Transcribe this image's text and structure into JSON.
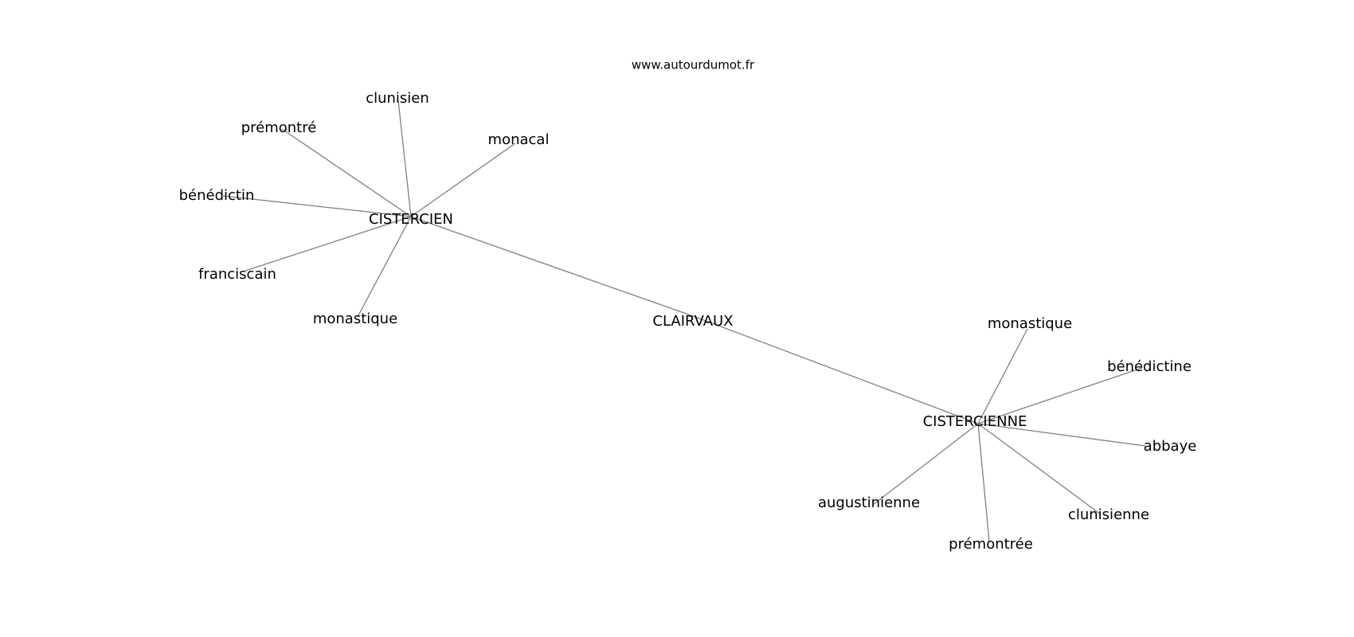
{
  "site": "www.autourdumot.fr",
  "nodes": {
    "clairvaux": "CLAIRVAUX",
    "cistercien": "CISTERCIEN",
    "cistercienne": "CISTERCIENNE",
    "clunisien": "clunisien",
    "premontre": "prémontré",
    "monacal": "monacal",
    "benedictin": "bénédictin",
    "franciscain": "franciscain",
    "monastique_m": "monastique",
    "monastique_f": "monastique",
    "benedictine": "bénédictine",
    "abbaye": "abbaye",
    "augustinienne": "augustinienne",
    "clunisienne": "clunisienne",
    "premontree": "prémontrée"
  },
  "edges": [
    [
      "cistercien",
      "clairvaux"
    ],
    [
      "clairvaux",
      "cistercienne"
    ],
    [
      "cistercien",
      "clunisien"
    ],
    [
      "cistercien",
      "premontre"
    ],
    [
      "cistercien",
      "monacal"
    ],
    [
      "cistercien",
      "benedictin"
    ],
    [
      "cistercien",
      "franciscain"
    ],
    [
      "cistercien",
      "monastique_m"
    ],
    [
      "cistercienne",
      "monastique_f"
    ],
    [
      "cistercienne",
      "benedictine"
    ],
    [
      "cistercienne",
      "abbaye"
    ],
    [
      "cistercienne",
      "augustinienne"
    ],
    [
      "cistercienne",
      "clunisienne"
    ],
    [
      "cistercienne",
      "premontree"
    ]
  ],
  "colors": {
    "edge": "#808080",
    "text": "#000000",
    "background": "#ffffff"
  }
}
